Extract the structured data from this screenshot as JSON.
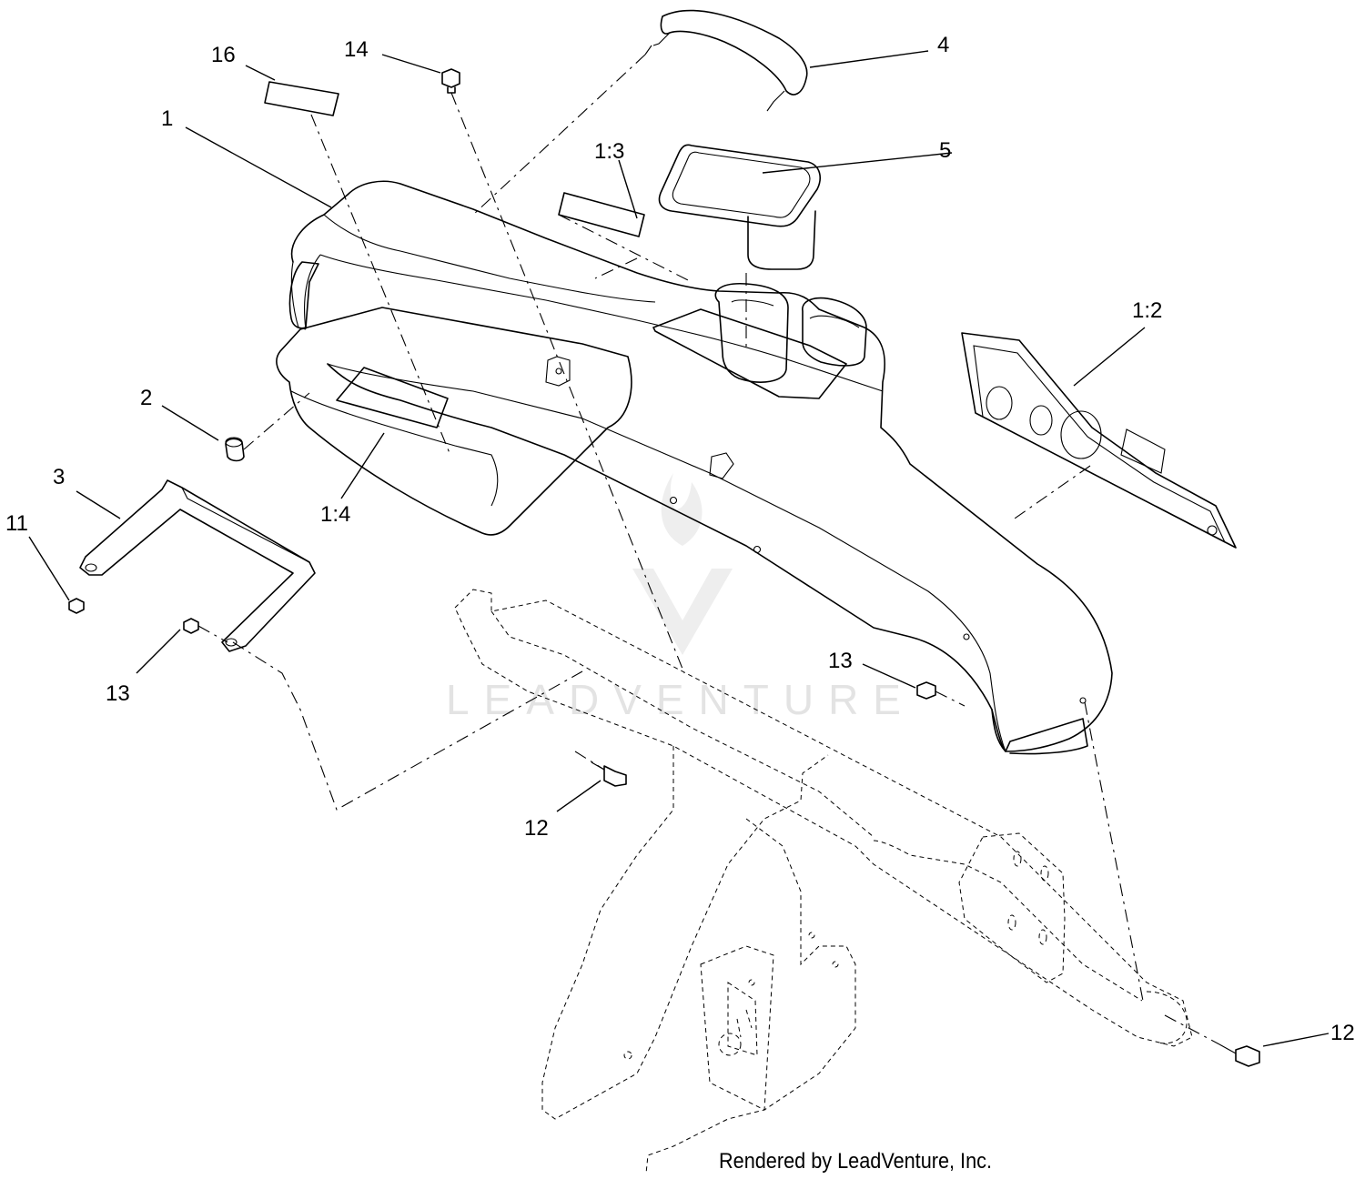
{
  "callouts": [
    {
      "id": "16",
      "text": "16"
    },
    {
      "id": "14",
      "text": "14"
    },
    {
      "id": "4",
      "text": "4"
    },
    {
      "id": "1",
      "text": "1"
    },
    {
      "id": "1-3",
      "text": "1:3"
    },
    {
      "id": "5",
      "text": "5"
    },
    {
      "id": "1-2",
      "text": "1:2"
    },
    {
      "id": "2",
      "text": "2"
    },
    {
      "id": "3",
      "text": "3"
    },
    {
      "id": "1-4",
      "text": "1:4"
    },
    {
      "id": "11",
      "text": "11"
    },
    {
      "id": "13a",
      "text": "13"
    },
    {
      "id": "13b",
      "text": "13"
    },
    {
      "id": "12a",
      "text": "12"
    },
    {
      "id": "12b",
      "text": "12"
    }
  ],
  "watermark": "LEADVENTURE",
  "credit": "Rendered by LeadVenture, Inc."
}
